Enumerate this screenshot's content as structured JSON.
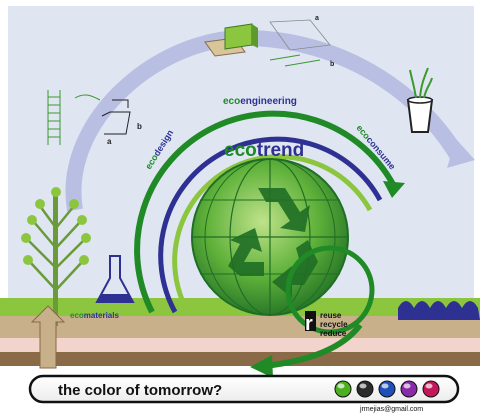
{
  "cycle": {
    "eco_prefix": "eco",
    "design_suffix": "design",
    "engineering_suffix": "engineering",
    "consume_suffix": "consume",
    "trend_prefix": "eco",
    "trend_suffix": "trend",
    "materials_prefix": "eco",
    "materials_suffix": "materials"
  },
  "sketch_labels": {
    "a": "a",
    "b": "b"
  },
  "three_r": {
    "logo_letter": "r",
    "items": [
      "reuse",
      "recycle",
      "reduce"
    ]
  },
  "footer": {
    "tagline": "the color of tomorrow?",
    "email": "jrmejias@gmail.com",
    "swatches": [
      "#4caf22",
      "#2b2b2b",
      "#1f4fb8",
      "#8a2aa8",
      "#c4175a"
    ]
  },
  "colors": {
    "green_dark": "#1f8a26",
    "green_light": "#8cc63f",
    "navy": "#2e3192",
    "lavender": "#b9bfe3",
    "sky": "#dfe6f2",
    "tan": "#c8b08b",
    "soil": "#8a6a47",
    "pink": "#f2d4cc"
  }
}
